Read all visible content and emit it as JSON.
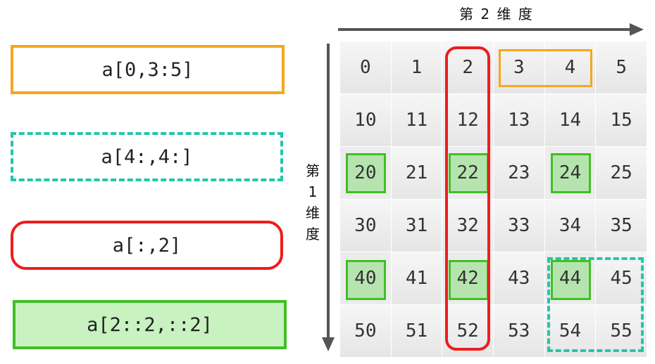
{
  "legend": [
    {
      "id": "orange",
      "expr": "a[0,3:5]"
    },
    {
      "id": "teal",
      "expr": "a[4:,4:]"
    },
    {
      "id": "red",
      "expr": "a[:,2]"
    },
    {
      "id": "green",
      "expr": "a[2::2,::2]"
    }
  ],
  "axes": {
    "dim2": "第 2 维 度",
    "dim1": [
      "第",
      "1",
      "维",
      "度"
    ]
  },
  "grid": [
    [
      "0",
      "1",
      "2",
      "3",
      "4",
      "5"
    ],
    [
      "10",
      "11",
      "12",
      "13",
      "14",
      "15"
    ],
    [
      "20",
      "21",
      "22",
      "23",
      "24",
      "25"
    ],
    [
      "30",
      "31",
      "32",
      "33",
      "34",
      "35"
    ],
    [
      "40",
      "41",
      "42",
      "43",
      "44",
      "45"
    ],
    [
      "50",
      "51",
      "52",
      "53",
      "54",
      "55"
    ]
  ],
  "colors": {
    "orange": "#f5a71e",
    "teal": "#22c7a9",
    "red": "#ee1d1d",
    "green": "#41bf24",
    "green_fill": "#c8f2c0"
  }
}
